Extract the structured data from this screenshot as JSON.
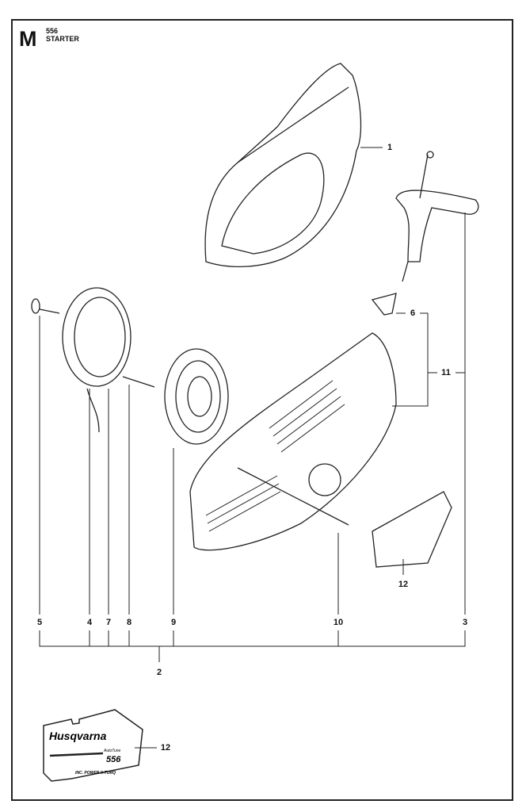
{
  "header": {
    "section_letter": "M",
    "model": "556",
    "title": "STARTER"
  },
  "callouts": [
    "1",
    "2",
    "3",
    "4",
    "5",
    "6",
    "7",
    "8",
    "9",
    "10",
    "11",
    "12",
    "12"
  ],
  "decal": {
    "brand": "Husqvarna",
    "sub_brand": "AutoTune",
    "model": "556",
    "footer": "INC. POWER X-TORQ"
  }
}
